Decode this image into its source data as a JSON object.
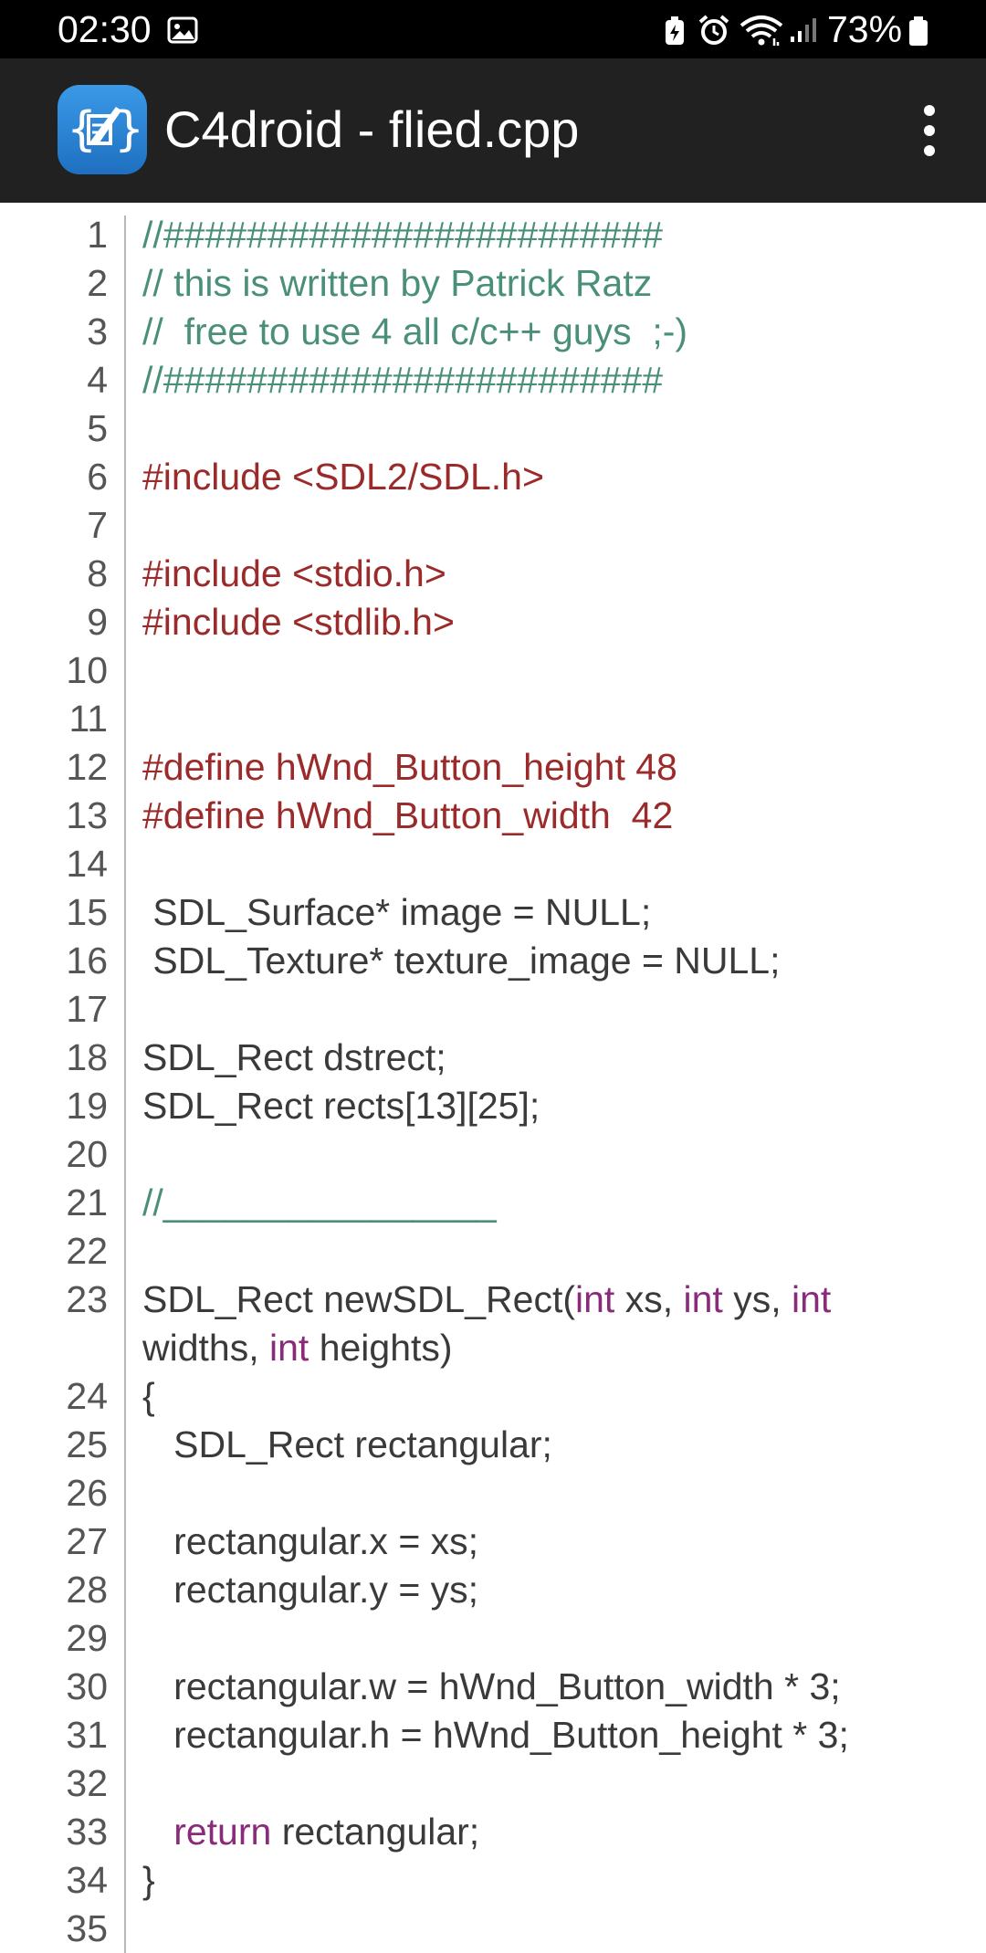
{
  "status_bar": {
    "time": "02:30",
    "battery_percent": "73%",
    "icons": [
      "gallery-icon",
      "battery-saver-icon",
      "alarm-icon",
      "wifi-icon",
      "signal-icon",
      "battery-icon"
    ]
  },
  "app_bar": {
    "title": "C4droid - flied.cpp",
    "app_icon": "c4droid-logo-icon",
    "menu_icon": "more-vert-icon",
    "colors": {
      "background": "#212121",
      "icon_bg": "#2a7fd4",
      "text": "#ffffff"
    }
  },
  "editor": {
    "colors": {
      "comment": "#4a8f7a",
      "preprocessor": "#9b2a2a",
      "keyword": "#8a2b7a",
      "plain": "#3a3a3a",
      "line_number": "#555555"
    },
    "lines": [
      {
        "num": "1",
        "segments": [
          {
            "type": "comment",
            "text": "//########################"
          }
        ]
      },
      {
        "num": "2",
        "segments": [
          {
            "type": "comment",
            "text": "// this is written by Patrick Ratz"
          }
        ]
      },
      {
        "num": "3",
        "segments": [
          {
            "type": "comment",
            "text": "//  free to use 4 all c/c++ guys  ;-)"
          }
        ]
      },
      {
        "num": "4",
        "segments": [
          {
            "type": "comment",
            "text": "//########################"
          }
        ]
      },
      {
        "num": "5",
        "segments": []
      },
      {
        "num": "6",
        "segments": [
          {
            "type": "preproc",
            "text": "#include <SDL2/SDL.h>"
          }
        ]
      },
      {
        "num": "7",
        "segments": []
      },
      {
        "num": "8",
        "segments": [
          {
            "type": "preproc",
            "text": "#include <stdio.h>"
          }
        ]
      },
      {
        "num": "9",
        "segments": [
          {
            "type": "preproc",
            "text": "#include <stdlib.h>"
          }
        ]
      },
      {
        "num": "10",
        "segments": []
      },
      {
        "num": "11",
        "segments": []
      },
      {
        "num": "12",
        "segments": [
          {
            "type": "preproc",
            "text": "#define hWnd_Button_height 48"
          }
        ]
      },
      {
        "num": "13",
        "segments": [
          {
            "type": "preproc",
            "text": "#define hWnd_Button_width  42"
          }
        ]
      },
      {
        "num": "14",
        "segments": []
      },
      {
        "num": "15",
        "segments": [
          {
            "type": "plain",
            "text": " SDL_Surface* image = NULL;"
          }
        ]
      },
      {
        "num": "16",
        "segments": [
          {
            "type": "plain",
            "text": " SDL_Texture* texture_image = NULL;"
          }
        ]
      },
      {
        "num": "17",
        "segments": []
      },
      {
        "num": "18",
        "segments": [
          {
            "type": "plain",
            "text": "SDL_Rect dstrect;"
          }
        ]
      },
      {
        "num": "19",
        "segments": [
          {
            "type": "plain",
            "text": "SDL_Rect rects[13][25];"
          }
        ]
      },
      {
        "num": "20",
        "segments": []
      },
      {
        "num": "21",
        "segments": [
          {
            "type": "comment",
            "text": "//________________"
          }
        ]
      },
      {
        "num": "22",
        "segments": []
      },
      {
        "num": "23",
        "segments": [
          {
            "type": "plain",
            "text": "SDL_Rect newSDL_Rect("
          },
          {
            "type": "keyword",
            "text": "int"
          },
          {
            "type": "plain",
            "text": " xs, "
          },
          {
            "type": "keyword",
            "text": "int"
          },
          {
            "type": "plain",
            "text": " ys, "
          },
          {
            "type": "keyword",
            "text": "int"
          }
        ]
      },
      {
        "num": "",
        "segments": [
          {
            "type": "plain",
            "text": "widths, "
          },
          {
            "type": "keyword",
            "text": "int"
          },
          {
            "type": "plain",
            "text": " heights)"
          }
        ]
      },
      {
        "num": "24",
        "segments": [
          {
            "type": "plain",
            "text": "{"
          }
        ]
      },
      {
        "num": "25",
        "segments": [
          {
            "type": "plain",
            "text": "   SDL_Rect rectangular;"
          }
        ]
      },
      {
        "num": "26",
        "segments": []
      },
      {
        "num": "27",
        "segments": [
          {
            "type": "plain",
            "text": "   rectangular.x = xs;"
          }
        ]
      },
      {
        "num": "28",
        "segments": [
          {
            "type": "plain",
            "text": "   rectangular.y = ys;"
          }
        ]
      },
      {
        "num": "29",
        "segments": []
      },
      {
        "num": "30",
        "segments": [
          {
            "type": "plain",
            "text": "   rectangular.w = hWnd_Button_width * 3;"
          }
        ]
      },
      {
        "num": "31",
        "segments": [
          {
            "type": "plain",
            "text": "   rectangular.h = hWnd_Button_height * 3;"
          }
        ]
      },
      {
        "num": "32",
        "segments": []
      },
      {
        "num": "33",
        "segments": [
          {
            "type": "plain",
            "text": "   "
          },
          {
            "type": "keyword",
            "text": "return"
          },
          {
            "type": "plain",
            "text": " rectangular;"
          }
        ]
      },
      {
        "num": "34",
        "segments": [
          {
            "type": "plain",
            "text": "}"
          }
        ]
      },
      {
        "num": "35",
        "segments": []
      }
    ]
  }
}
